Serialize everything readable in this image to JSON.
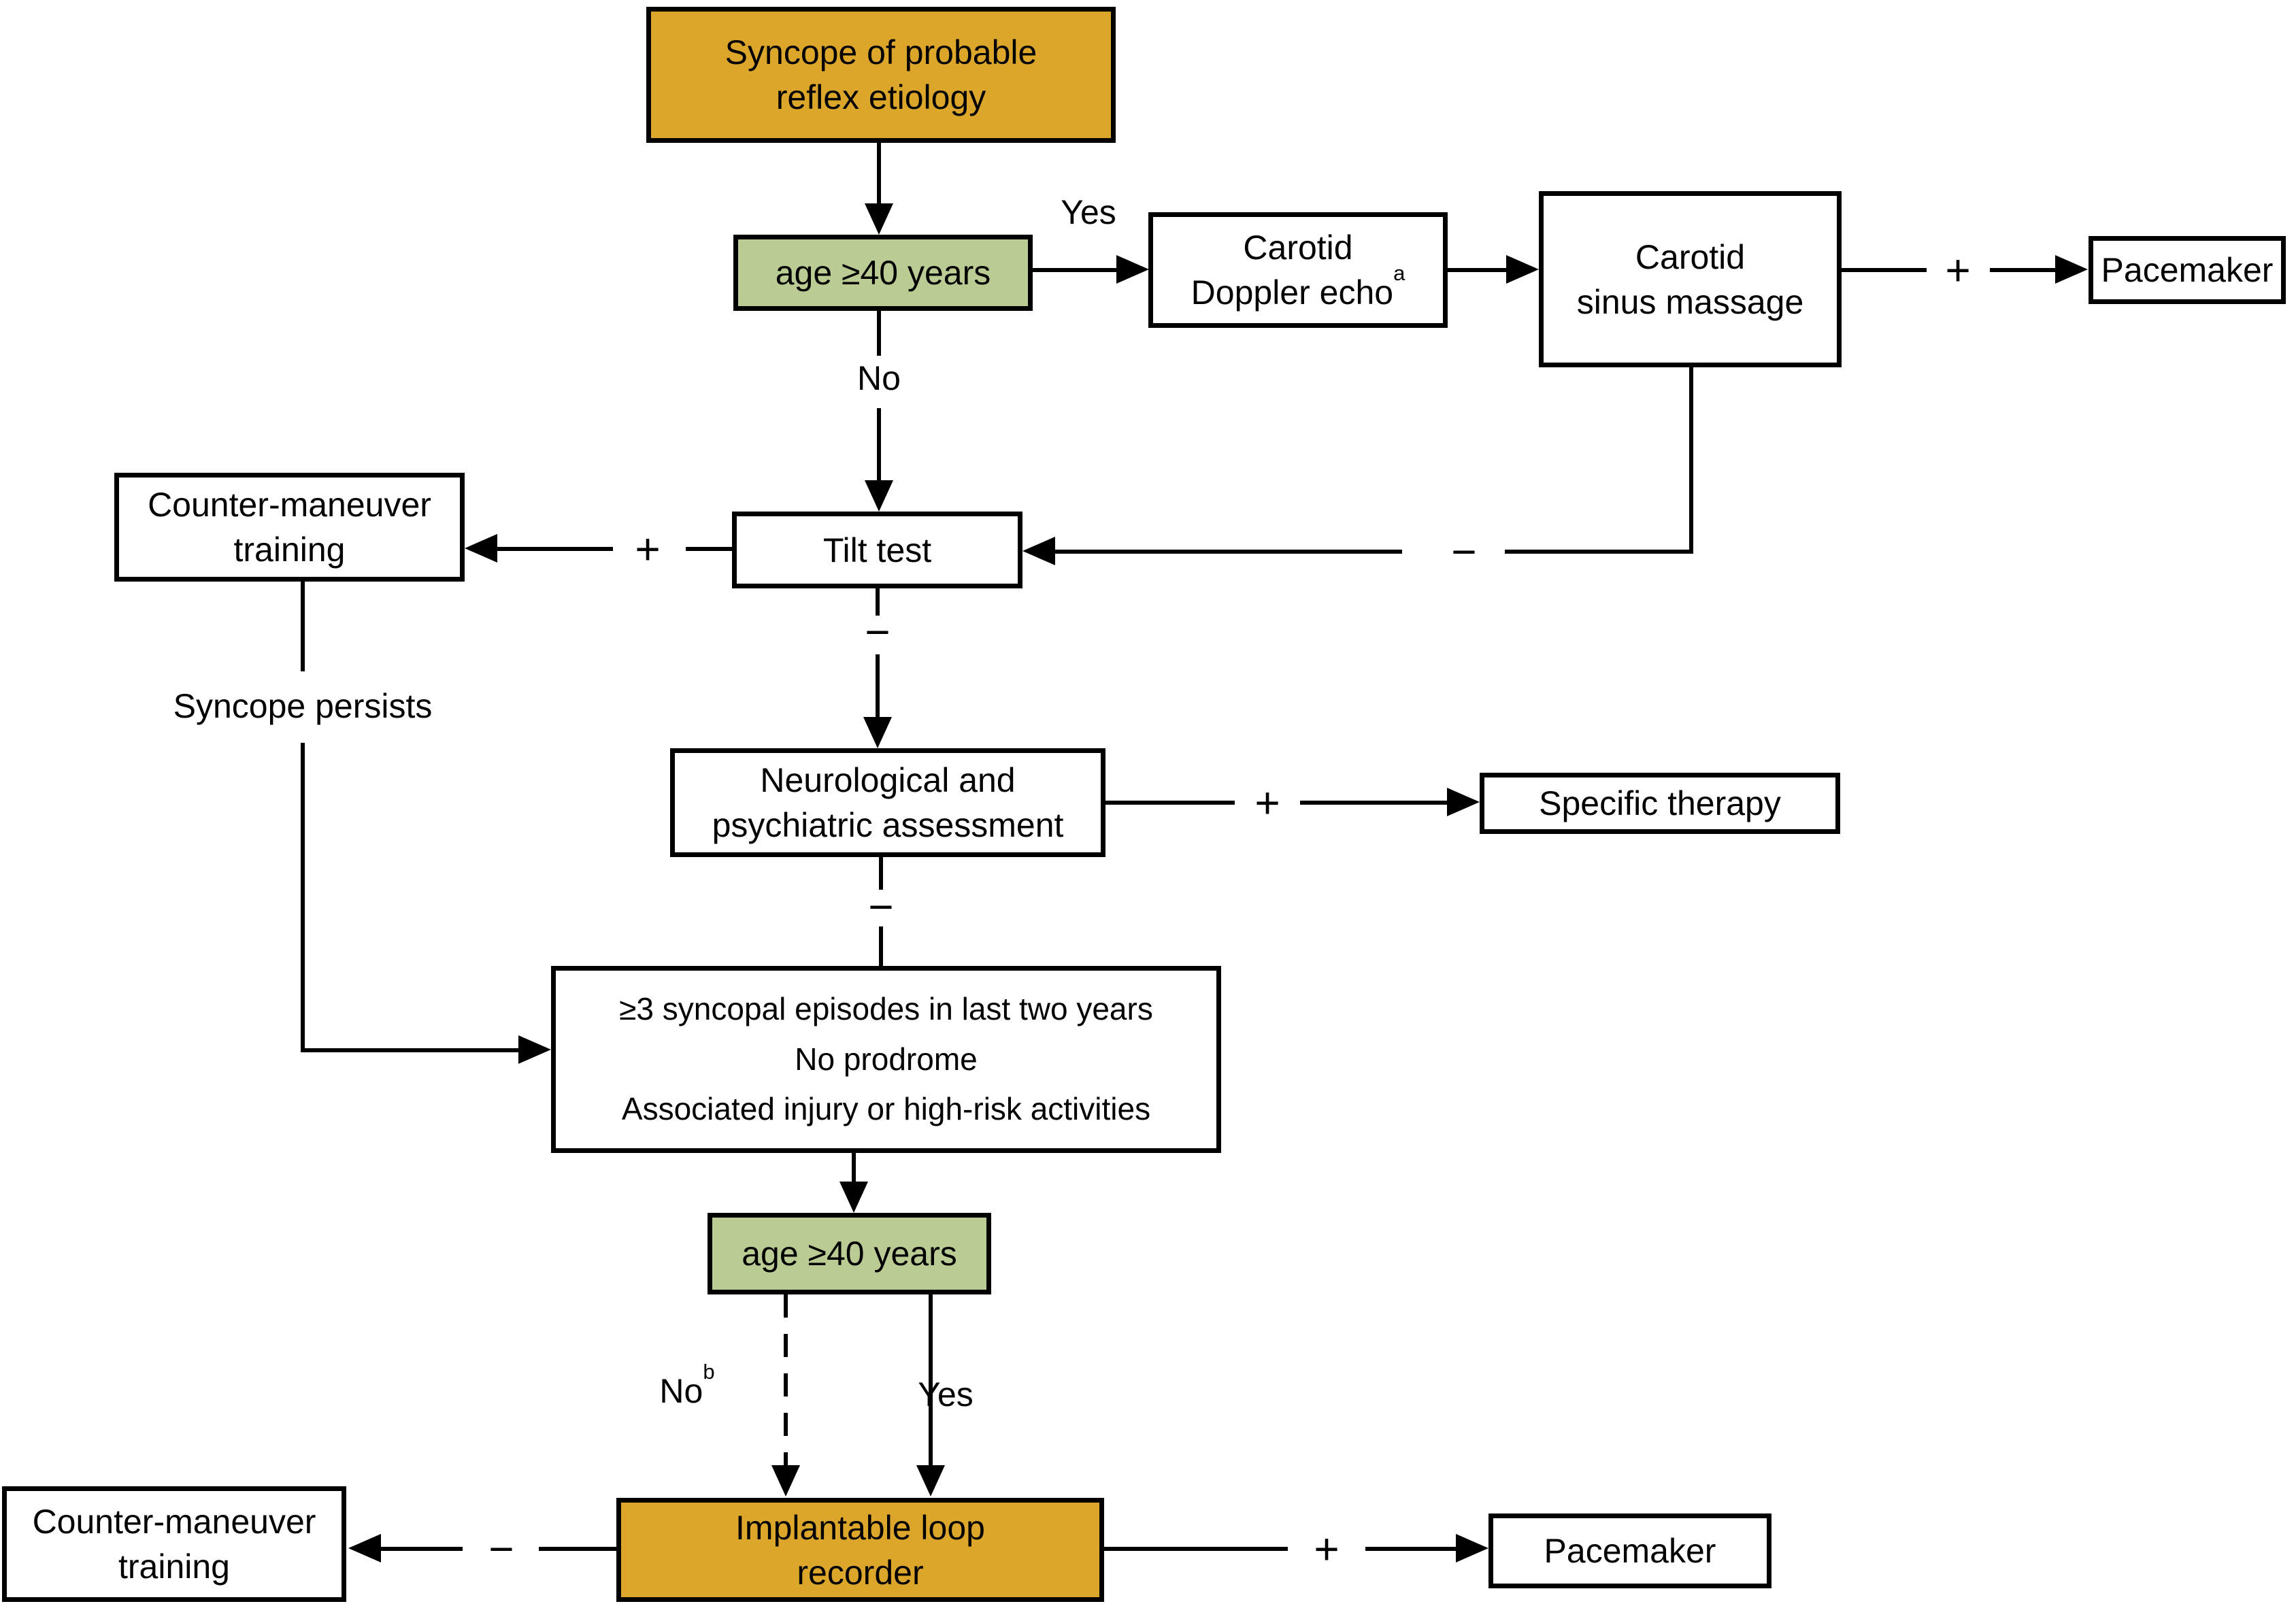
{
  "figure": {
    "type": "flowchart",
    "title": "Management algorithm for syncope of probable reflex etiology",
    "background": "#ffffff",
    "colors": {
      "amber": "#DCA62A",
      "green": "#BACC93",
      "line": "#000000",
      "text": "#000000"
    }
  },
  "nodes": {
    "syncope_top": {
      "line1": "Syncope of probable",
      "line2": "reflex etiology"
    },
    "age40_top": {
      "label": "age ≥40 years"
    },
    "doppler": {
      "line1": "Carotid",
      "line2_main": "Doppler echo",
      "line2_sup": "a"
    },
    "csm": {
      "line1": "Carotid",
      "line2": "sinus massage"
    },
    "pacemaker_top": {
      "label": "Pacemaker"
    },
    "cmt_top": {
      "line1": "Counter-maneuver",
      "line2": "training"
    },
    "tilt": {
      "label": "Tilt test"
    },
    "neuro": {
      "line1": "Neurological and",
      "line2": "psychiatric assessment"
    },
    "specific_therapy": {
      "label": "Specific therapy"
    },
    "criteria": {
      "line1": "≥3 syncopal episodes in last two years",
      "line2": "No prodrome",
      "line3": "Associated injury or high-risk activities"
    },
    "age40_bottom": {
      "label": "age ≥40 years"
    },
    "cmt_bottom": {
      "line1": "Counter-maneuver",
      "line2": "training"
    },
    "ilr": {
      "line1": "Implantable loop",
      "line2": "recorder"
    },
    "pacemaker_bottom": {
      "label": "Pacemaker"
    }
  },
  "edge_labels": {
    "yes_top": "Yes",
    "no_top": "No",
    "plus_csm_pacemaker": "+",
    "minus_csm_tilt": "−",
    "plus_tilt_cmt": "+",
    "minus_tilt_neuro": "−",
    "plus_neuro_specific": "+",
    "minus_neuro_criteria": "−",
    "syncope_persists": "Syncope persists",
    "no_bottom_main": "No",
    "no_bottom_sup": "b",
    "yes_bottom": "Yes",
    "minus_ilr_cmt": "−",
    "plus_ilr_pacemaker": "+"
  },
  "edges": [
    {
      "from": "syncope_top",
      "to": "age40_top",
      "label": "",
      "style": "solid-arrow"
    },
    {
      "from": "age40_top",
      "to": "doppler",
      "label": "Yes",
      "style": "solid-arrow"
    },
    {
      "from": "doppler",
      "to": "csm",
      "label": "",
      "style": "solid-arrow"
    },
    {
      "from": "csm",
      "to": "pacemaker_top",
      "label": "+",
      "style": "solid-arrow"
    },
    {
      "from": "age40_top",
      "to": "tilt",
      "label": "No",
      "style": "solid-arrow"
    },
    {
      "from": "csm",
      "to": "tilt",
      "label": "−",
      "style": "solid-arrow"
    },
    {
      "from": "tilt",
      "to": "cmt_top",
      "label": "+",
      "style": "solid-arrow"
    },
    {
      "from": "tilt",
      "to": "neuro",
      "label": "−",
      "style": "solid-arrow"
    },
    {
      "from": "neuro",
      "to": "specific_therapy",
      "label": "+",
      "style": "solid-arrow"
    },
    {
      "from": "neuro",
      "to": "criteria",
      "label": "−",
      "style": "solid-line"
    },
    {
      "from": "cmt_top",
      "to": "criteria",
      "label": "Syncope persists",
      "style": "solid-arrow"
    },
    {
      "from": "criteria",
      "to": "age40_bottom",
      "label": "",
      "style": "solid-arrow"
    },
    {
      "from": "age40_bottom",
      "to": "ilr",
      "label": "No",
      "label_superscript": "b",
      "style": "dashed-arrow"
    },
    {
      "from": "age40_bottom",
      "to": "ilr",
      "label": "Yes",
      "style": "solid-arrow"
    },
    {
      "from": "ilr",
      "to": "cmt_bottom",
      "label": "−",
      "style": "solid-arrow"
    },
    {
      "from": "ilr",
      "to": "pacemaker_bottom",
      "label": "+",
      "style": "solid-arrow"
    }
  ]
}
